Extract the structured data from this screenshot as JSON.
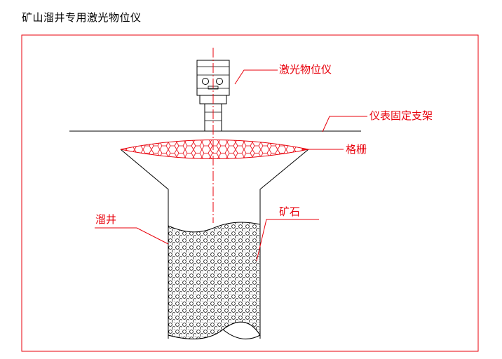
{
  "title": "矿山溜井专用激光物位仪",
  "labels": {
    "laser_level_meter": "激光物位仪",
    "mount_bracket": "仪表固定支架",
    "grille": "格栅",
    "ore_pass": "溜井",
    "ore": "矿石"
  },
  "colors": {
    "frame": "#e8000b",
    "label": "#e8000b",
    "leader": "#e8000b",
    "laser_beam": "#e8000b",
    "grille_mesh": "#e8000b",
    "outline": "#000000"
  }
}
